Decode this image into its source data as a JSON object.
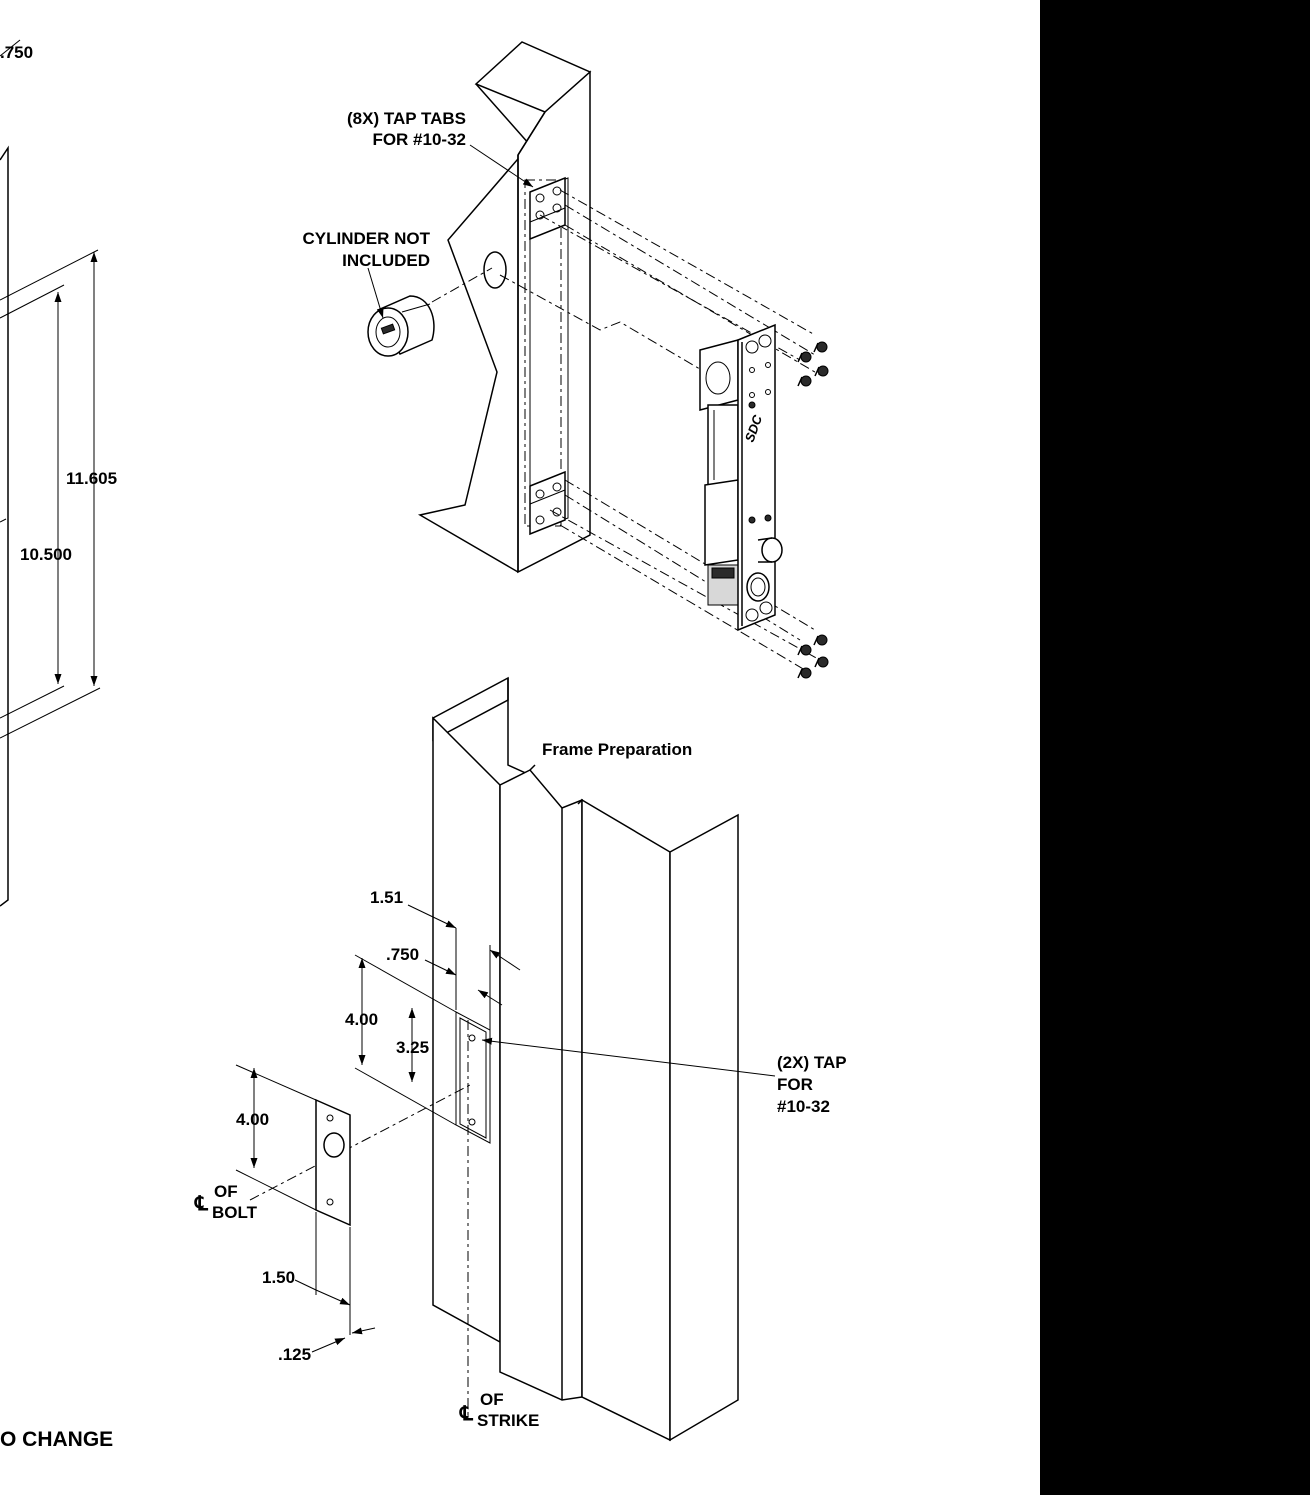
{
  "labels": {
    "top_left_dim": ".750",
    "tap_tabs_line1": "(8X) TAP TABS",
    "tap_tabs_line2": "FOR  #10-32",
    "cylinder_line1": "CYLINDER NOT",
    "cylinder_line2": "INCLUDED",
    "dim_11605": "11.605",
    "dim_10500": "10.500",
    "frame_prep_title": "Frame Preparation",
    "dim_151": "1.51",
    "dim_750": ".750",
    "dim_400_frame": "4.00",
    "dim_325": "3.25",
    "dim_400_strike": "4.00",
    "tap_2x_line1": "(2X) TAP",
    "tap_2x_line2": "FOR",
    "tap_2x_line3": "#10-32",
    "bolt_cl_symbol": "℄",
    "bolt_line1": "OF",
    "bolt_line2": "BOLT",
    "dim_150": "1.50",
    "dim_125": ".125",
    "strike_cl_symbol": "℄",
    "strike_line1": "OF",
    "strike_line2": "STRIKE",
    "logo_text": "SDC",
    "bottom_note": "O CHANGE"
  },
  "colors": {
    "background": "#ffffff",
    "ink": "#000000",
    "right_panel": "#000000"
  }
}
